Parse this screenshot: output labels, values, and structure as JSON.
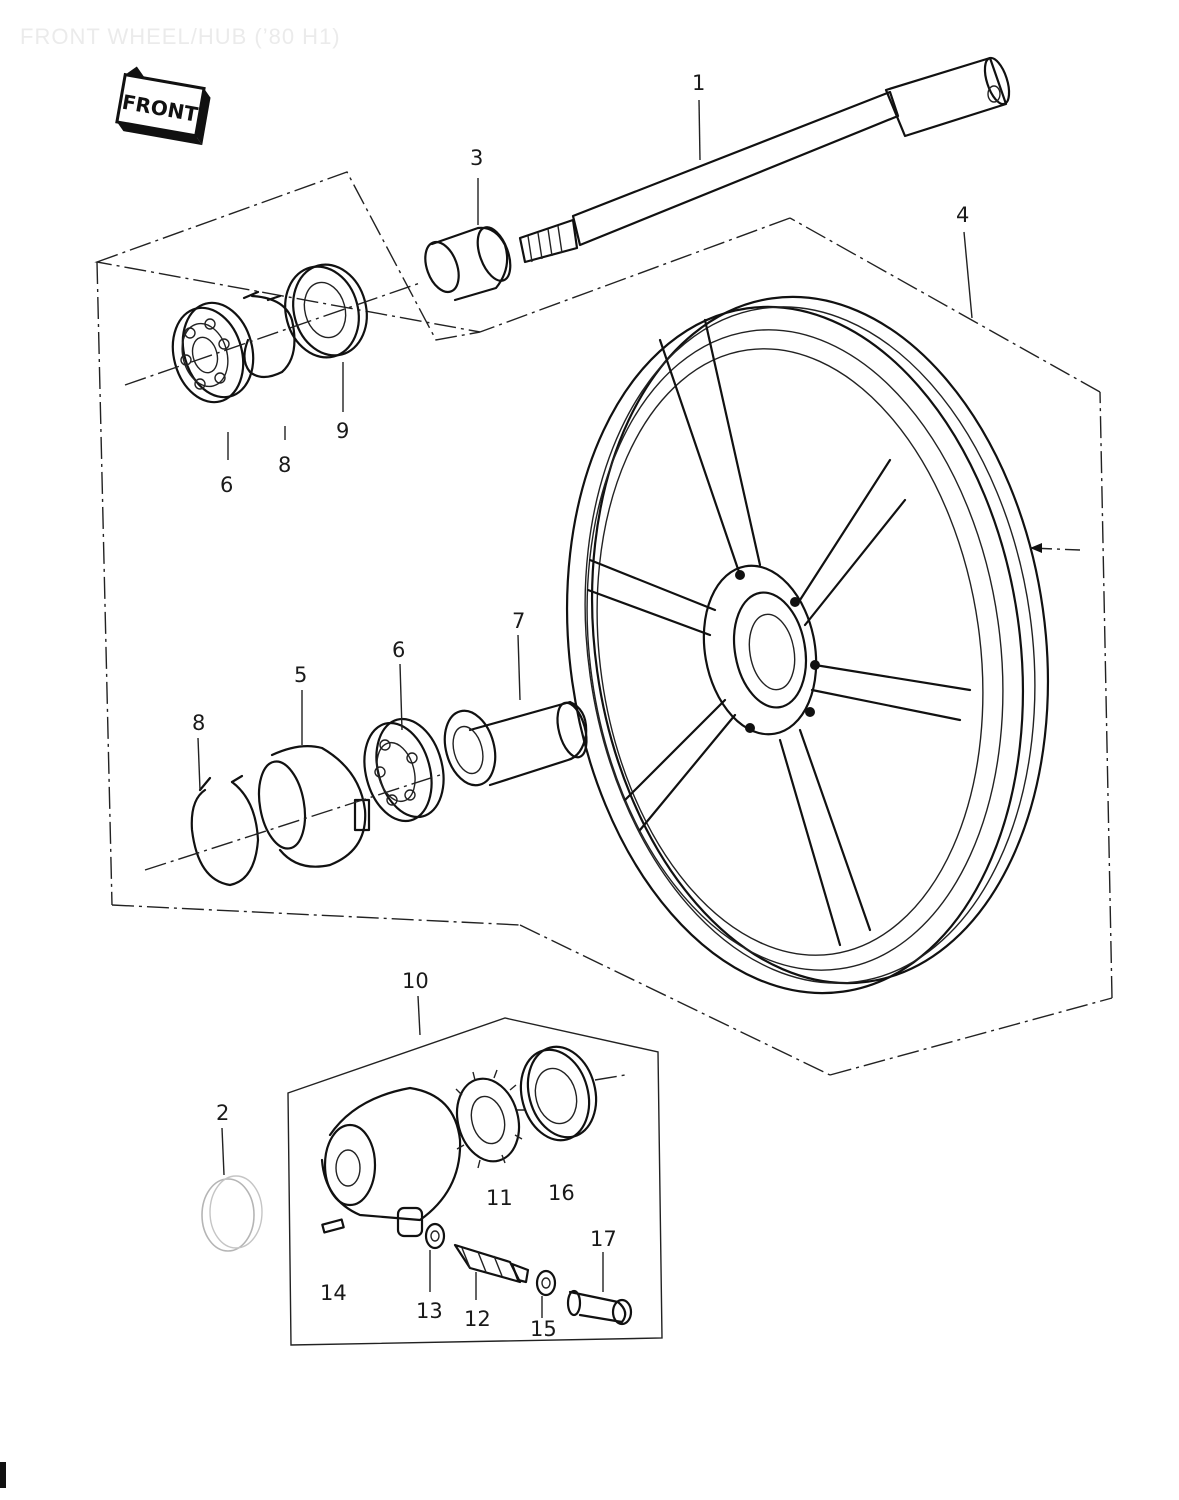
{
  "title": "FRONT WHEEL/HUB (’80 H1)",
  "front_badge": "FRONT",
  "callouts": {
    "c1": "1",
    "c2": "2",
    "c3": "3",
    "c4": "4",
    "c5": "5",
    "c6a": "6",
    "c6b": "6",
    "c7": "7",
    "c8a": "8",
    "c8b": "8",
    "c9": "9",
    "c10": "10",
    "c11": "11",
    "c12": "12",
    "c13": "13",
    "c14": "14",
    "c15": "15",
    "c16": "16",
    "c17": "17"
  }
}
